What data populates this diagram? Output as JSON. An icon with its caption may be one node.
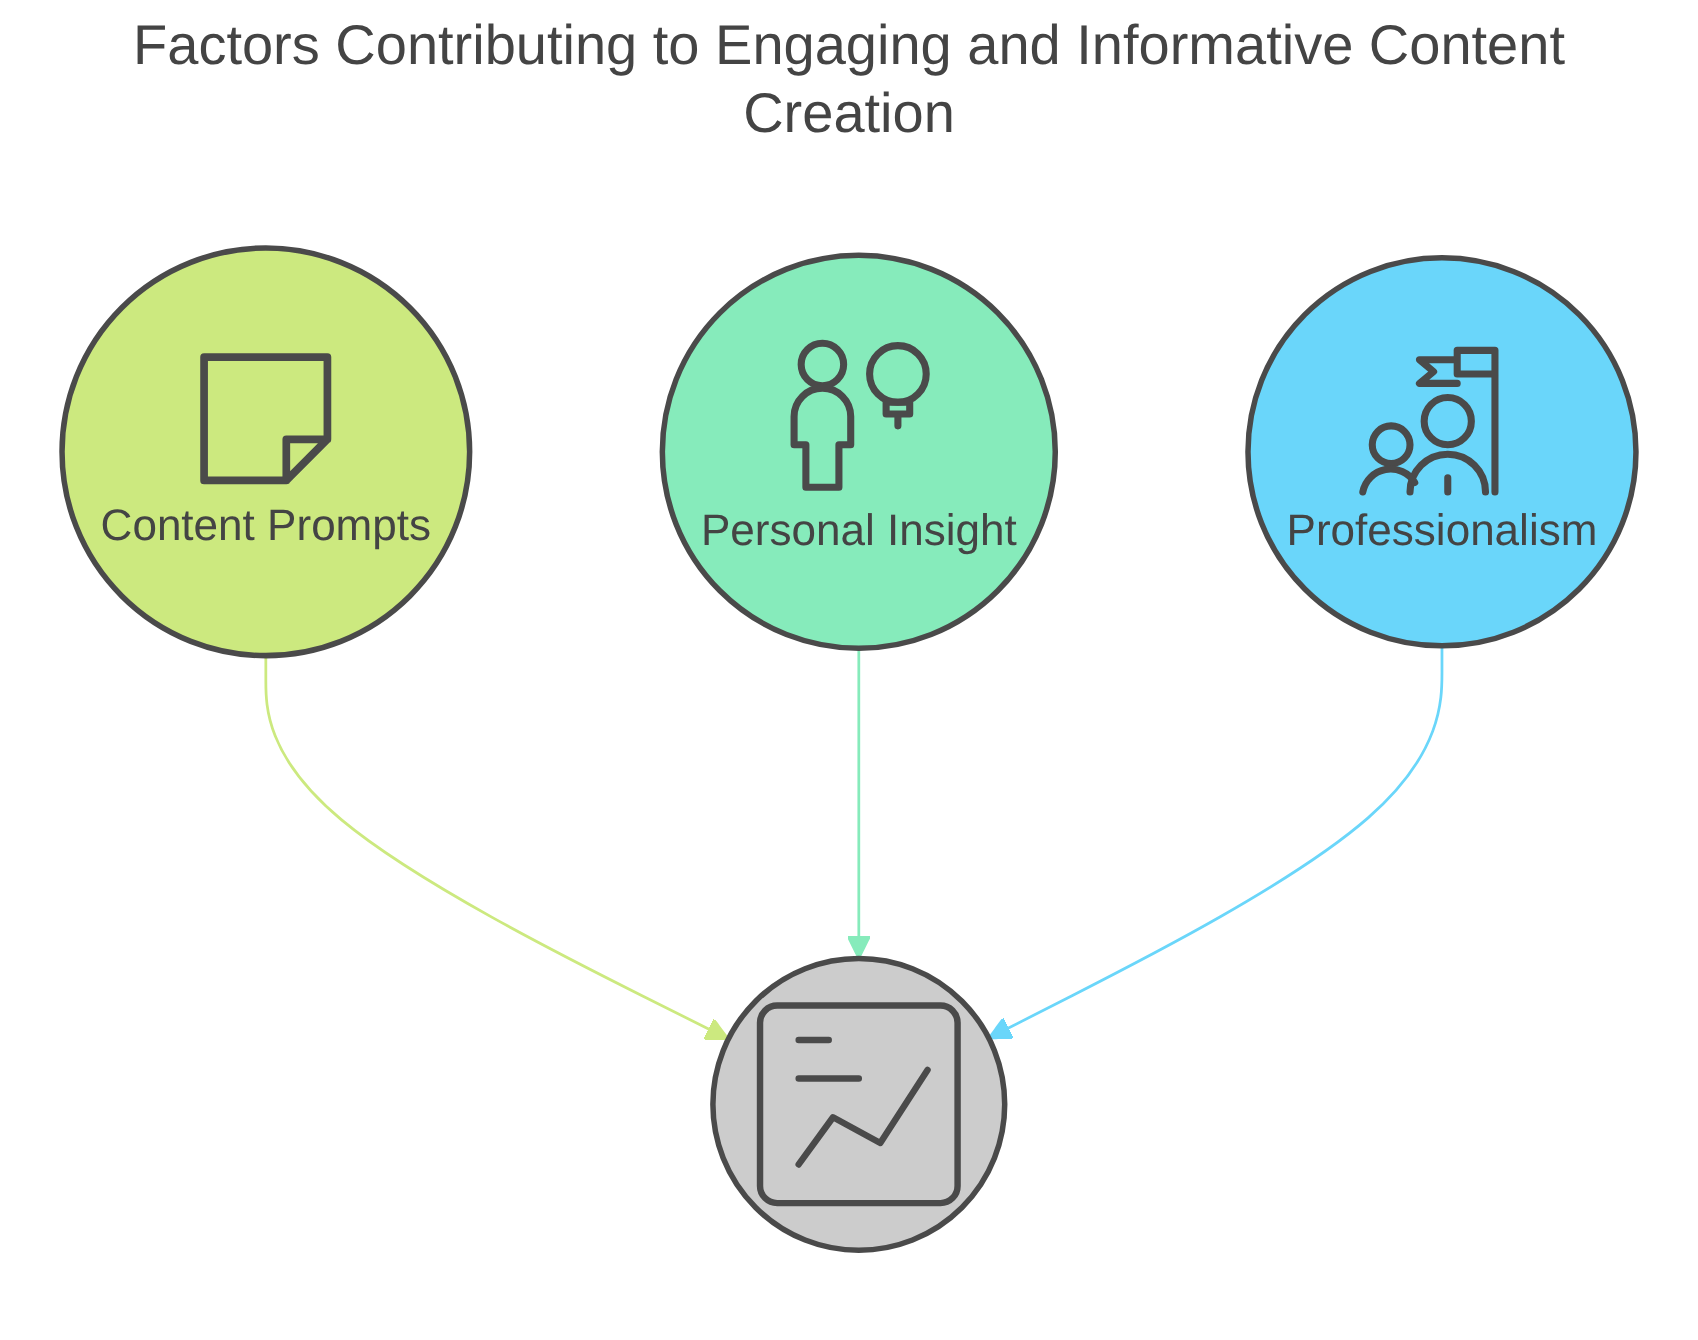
{
  "diagram": {
    "title": "Factors Contributing to Engaging and Informative Content Creation",
    "nodes": [
      {
        "text": [
          "Content Prompts"
        ]
      },
      {
        "text": [
          "Personal Insight"
        ]
      },
      {
        "text": [],
        "shape": "circle"
      },
      {
        "text": [
          "Professionalism"
        ]
      }
    ],
    "edges": [
      {
        "from": 0,
        "to": 2,
        "arrow": "to",
        "color": "#cce97f"
      },
      {
        "from": 1,
        "to": 2,
        "arrow": "to",
        "color": "#86ebbb"
      },
      {
        "from": 3,
        "to": 2,
        "arrow": "to",
        "color": "#6ad6fa"
      }
    ]
  }
}
